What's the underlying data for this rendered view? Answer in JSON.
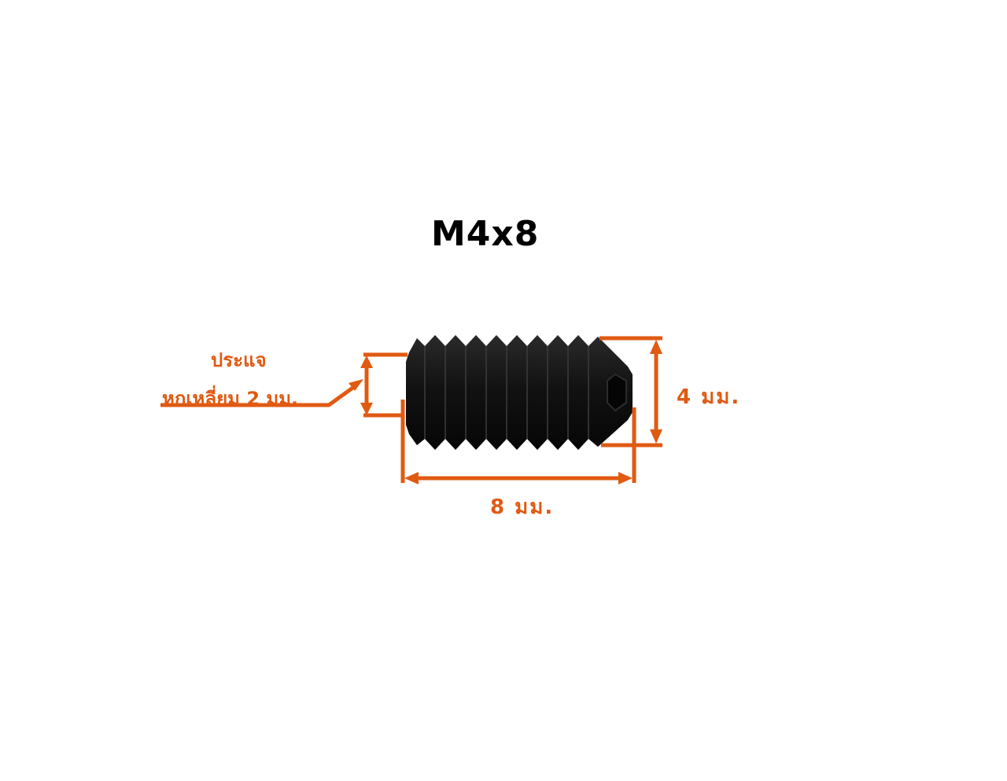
{
  "title": "M4x8",
  "annotations": {
    "wrench_line1": "ประแจ",
    "wrench_line2": "หกเหลี่ยม 2 มม.",
    "diameter": "4 มม.",
    "length": "8 มม."
  },
  "colors": {
    "dimension": "#e05a12",
    "screw": "#141414",
    "title": "#000000",
    "background": "#ffffff"
  }
}
